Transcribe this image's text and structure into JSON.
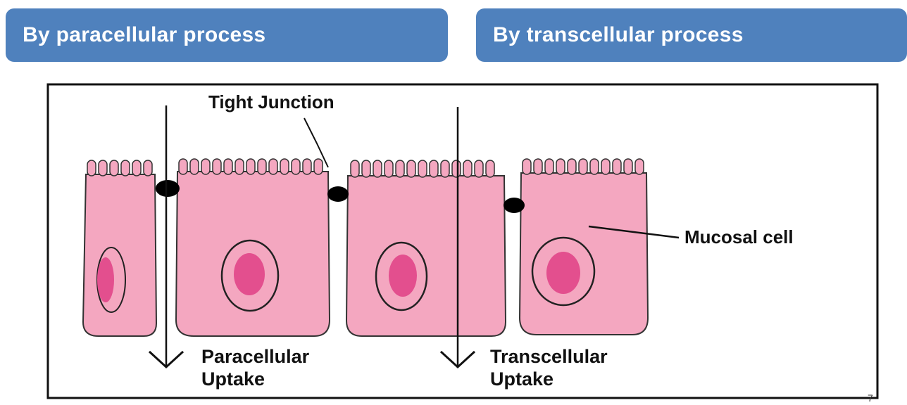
{
  "banners": {
    "left": "By paracellular process",
    "right": "By transcellular process"
  },
  "diagram": {
    "tight_junction_label": "Tight Junction",
    "mucosal_cell_label": "Mucosal cell",
    "paracellular_label": [
      "Paracellular",
      "Uptake"
    ],
    "transcellular_label": [
      "Transcellular",
      "Uptake"
    ]
  },
  "colors": {
    "banner": "#4f81bd",
    "cell_fill": "#f4a7c0",
    "nucleus_fill": "#e34f8e",
    "junction": "#000000"
  },
  "page_number": "7"
}
